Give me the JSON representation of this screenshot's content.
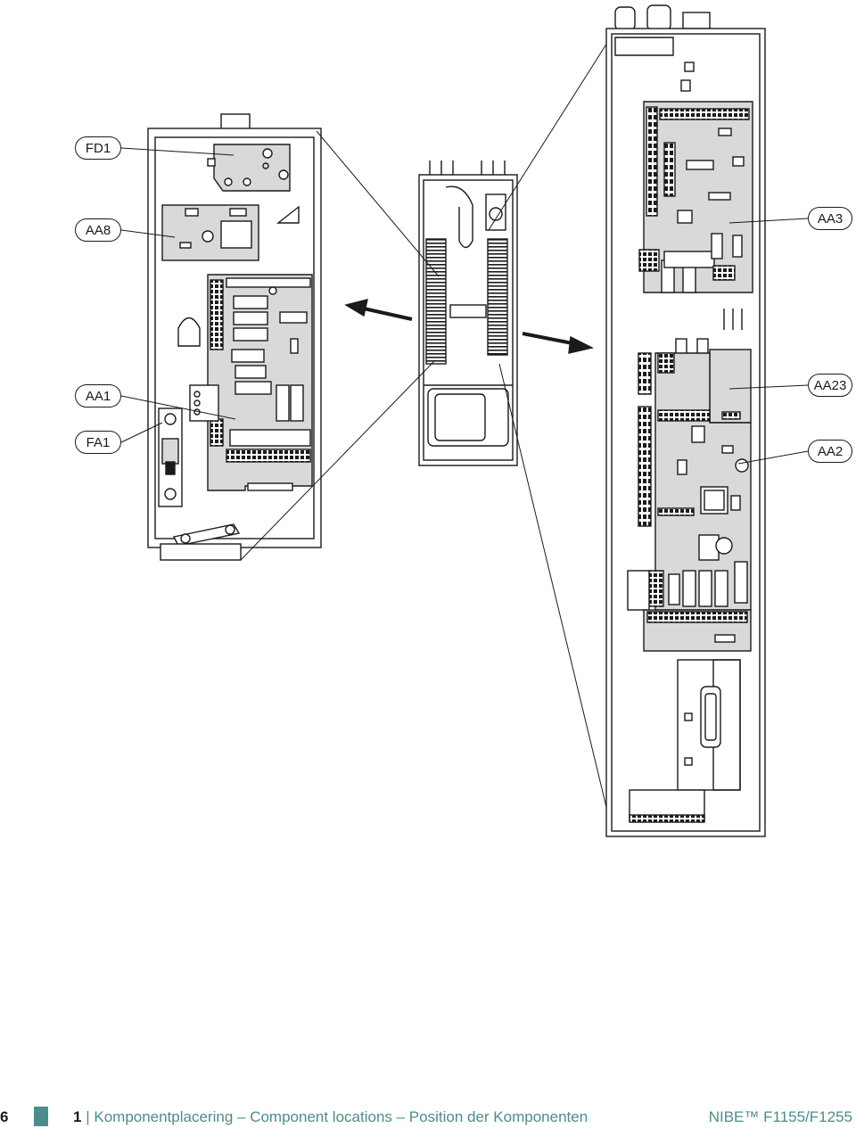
{
  "labels": {
    "fd1": "FD1",
    "aa8": "AA8",
    "aa1": "AA1",
    "fa1": "FA1",
    "aa3": "AA3",
    "aa23": "AA23",
    "aa2": "AA2"
  },
  "footer": {
    "page_number": "6",
    "section_number": "1",
    "separator": "|",
    "title": "Komponentplacering – Component locations – Position der Komponenten",
    "brand": "NIBE™ F1155/F1255"
  },
  "colors": {
    "accent": "#4d8c8c",
    "line": "#1a1a1a",
    "board_fill": "#d9d9d9"
  }
}
